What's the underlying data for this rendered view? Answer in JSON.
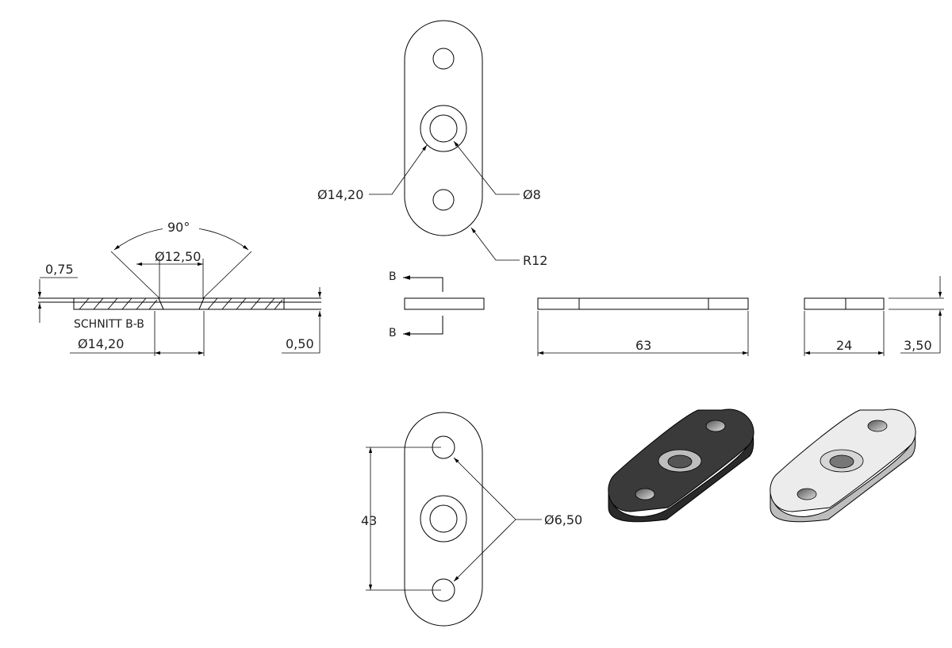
{
  "dimensions": {
    "top_outer_dia": "Ø14,20",
    "top_inner_dia": "Ø8",
    "radius": "R12",
    "section_angle": "90°",
    "section_countersink_dia": "Ø12,50",
    "section_thickness_top": "0,75",
    "section_outer_dia": "Ø14,20",
    "section_thickness_bottom": "0,50",
    "length": "63",
    "width": "24",
    "thickness": "3,50",
    "hole_spacing": "43",
    "hole_dia": "Ø6,50"
  },
  "labels": {
    "section_title": "SCHNITT B-B",
    "section_mark_top": "B",
    "section_mark_bottom": "B"
  },
  "colors": {
    "line": "#000000",
    "iso_dark_face": "#3a3a3a",
    "iso_dark_side": "#2a2a2a",
    "iso_light_face": "#ececec",
    "iso_light_side": "#bdbdbd"
  }
}
